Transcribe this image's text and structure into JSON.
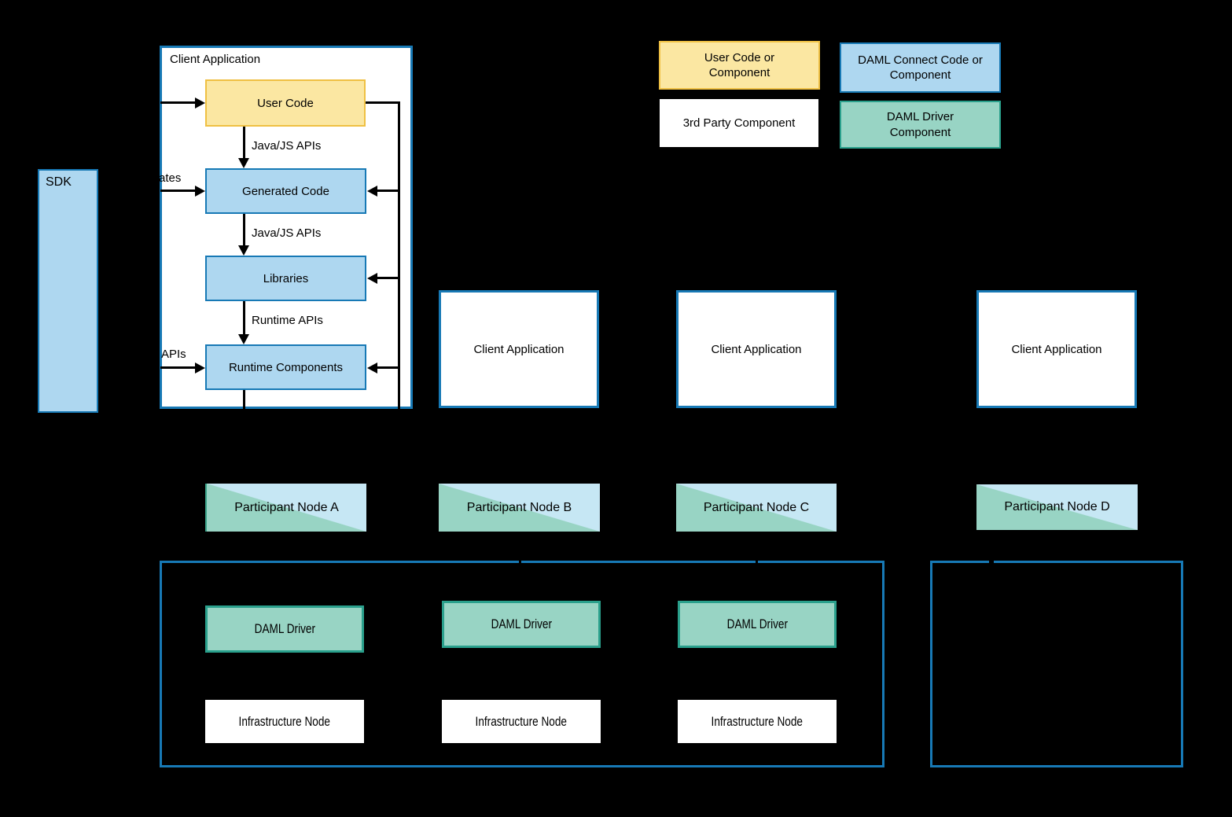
{
  "colors": {
    "background": "#000000",
    "frame_blue": "#1779B5",
    "component_blue_fill": "#AED7F0",
    "participant_blue_fill": "#C6E7F4",
    "driver_green_fill": "#98D4C4",
    "driver_green_border": "#2AA08C",
    "user_yellow_fill": "#FBE7A2",
    "user_yellow_border": "#EFC043",
    "white": "#FFFFFF",
    "text": "#000000"
  },
  "sdk": {
    "label": "SDK"
  },
  "client_app_main": {
    "title": "Client Application",
    "boxes": {
      "user_code": "User Code",
      "generated_code": "Generated Code",
      "libraries": "Libraries",
      "runtime_components": "Runtime Components"
    },
    "arrow_labels": {
      "java_js_1": "Java/JS APIs",
      "java_js_2": "Java/JS APIs",
      "runtime": "Runtime APIs"
    },
    "edge_fragments": {
      "generates": "ates",
      "apis": "APIs"
    }
  },
  "legend": {
    "user_code": "User Code or\nComponent",
    "daml_connect": "DAML Connect Code or\nComponent",
    "third_party": "3rd Party Component",
    "daml_driver": "DAML Driver\nComponent"
  },
  "client_apps": [
    "Client Application",
    "Client Application",
    "Client Application"
  ],
  "participant_nodes": [
    "Participant Node A",
    "Participant Node B",
    "Participant Node C",
    "Participant Node D"
  ],
  "daml_drivers": [
    "DAML Driver",
    "DAML Driver",
    "DAML Driver"
  ],
  "infrastructure_nodes": [
    "Infrastructure Node",
    "Infrastructure Node",
    "Infrastructure Node"
  ]
}
